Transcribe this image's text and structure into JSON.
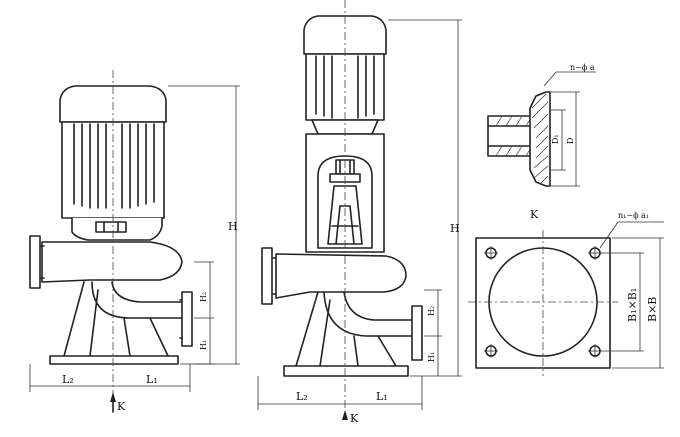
{
  "labels": {
    "H": "H",
    "H_alt": "H",
    "H1": "H₁",
    "H2": "H₂",
    "L1": "L₁",
    "L2": "L₂",
    "K_arrow": "K",
    "K_view": "K",
    "D": "D",
    "D1": "D₁",
    "n_phi_a": "n−ϕ a",
    "n1_phi_a1": "n₁−ϕ a₁",
    "B1xB1": "B₁×B₁",
    "BxB": "B×B"
  }
}
